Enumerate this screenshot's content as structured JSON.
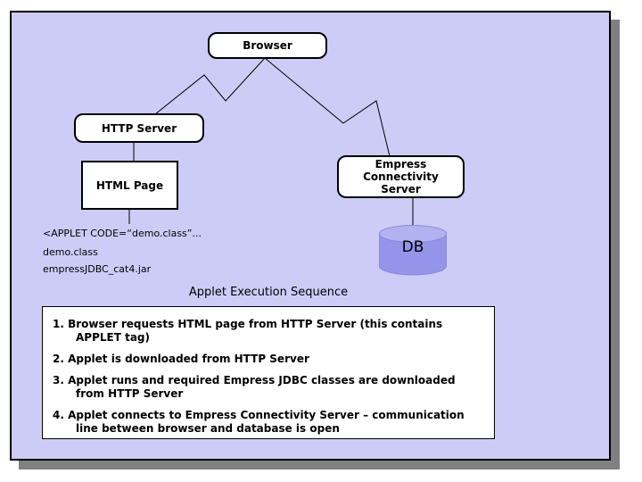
{
  "colors": {
    "canvas": "#ccccf7",
    "shadow": "#808080",
    "line": "#000000",
    "node_fill": "#ffffff",
    "db_body": "#9494ea",
    "db_top": "#b2b2f0",
    "db_edge": "#8a8ad8"
  },
  "diagram": {
    "nodes": {
      "browser": "Browser",
      "http_server": "HTTP Server",
      "html_page": "HTML Page",
      "empress": "Empress\nConnectivity\nServer",
      "db": "DB"
    },
    "annotations": [
      "<APPLET CODE=“demo.class”...",
      "demo.class",
      "empressJDBC_cat4.jar"
    ],
    "title": "Applet Execution Sequence",
    "steps": [
      "1. Browser requests HTML page from HTTP Server (this contains\nAPPLET tag)",
      "2. Applet is downloaded from HTTP Server",
      "3. Applet runs and required Empress JDBC classes are downloaded\nfrom HTTP Server",
      "4. Applet connects to Empress Connectivity Server – communication\nline between browser and database is open"
    ]
  }
}
